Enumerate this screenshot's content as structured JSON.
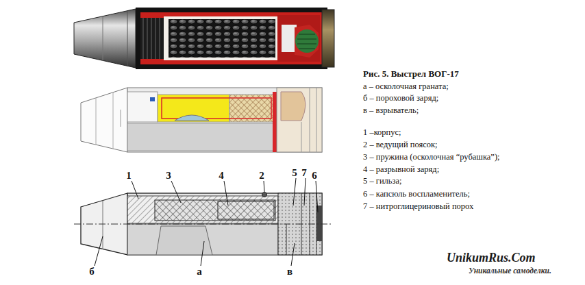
{
  "diagram": {
    "title": "Рис. 5. Выстрел ВОГ-17",
    "labels": [
      "а – осколочная граната;",
      "б – пороховой заряд;",
      "в – взрыватель;",
      "1 –корпус;",
      "2 – ведущий поясок;",
      "3 – пружина (осколочная “рубашка”);",
      "4 – разрывной заряд;",
      "5 – гильза;",
      "6 – капсюль воспламенитель;",
      "7 – нитроглицериновый порох",
      "1",
      "3",
      "4",
      "2",
      "5",
      "7",
      "6",
      "б",
      "а",
      "в",
      "UnikumRus.Com",
      "Уникальные самоделки."
    ]
  }
}
